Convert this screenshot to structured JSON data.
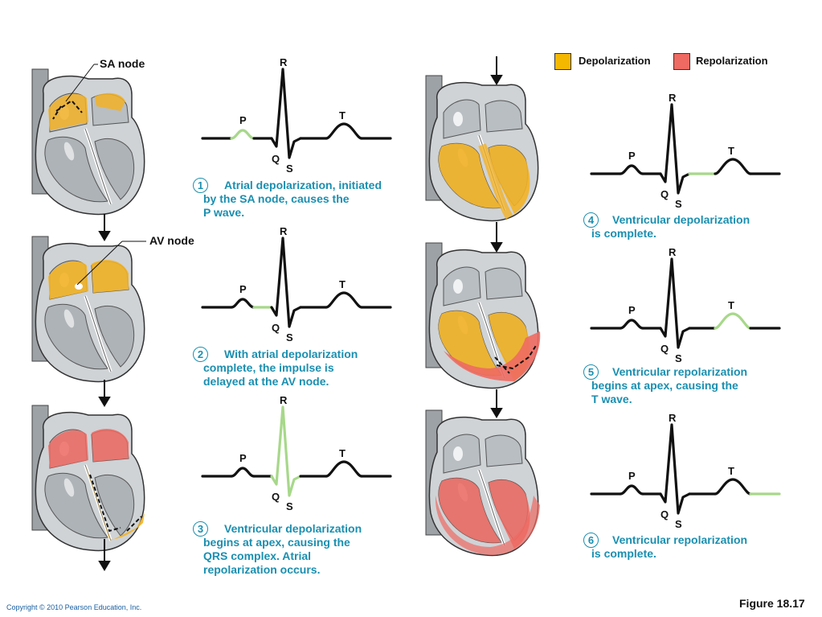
{
  "legend": {
    "depolarization_label": "Depolarization",
    "repolarization_label": "Repolarization",
    "depolarization_color": "#f5b800",
    "repolarization_color": "#ee6a62"
  },
  "labels": {
    "sa_node": "SA node",
    "av_node": "AV node"
  },
  "ecg_letters": {
    "p": "P",
    "q": "Q",
    "r": "R",
    "s": "S",
    "t": "T"
  },
  "steps": [
    {
      "number": "1",
      "text": "Atrial depolarization, initiated\nby the SA node, causes the\nP wave."
    },
    {
      "number": "2",
      "text": "With atrial depolarization\ncomplete, the impulse is\ndelayed at the AV node."
    },
    {
      "number": "3",
      "text": "Ventricular depolarization\nbegins at apex, causing the\nQRS complex. Atrial\nrepolarization occurs."
    },
    {
      "number": "4",
      "text": "Ventricular depolarization\nis complete."
    },
    {
      "number": "5",
      "text": "Ventricular repolarization\nbegins at apex, causing the\nT wave."
    },
    {
      "number": "6",
      "text": "Ventricular repolarization\nis complete."
    }
  ],
  "highlight_color": "#a7d88a",
  "copyright": "Copyright © 2010 Pearson Education, Inc.",
  "figure_label": "Figure 18.17"
}
